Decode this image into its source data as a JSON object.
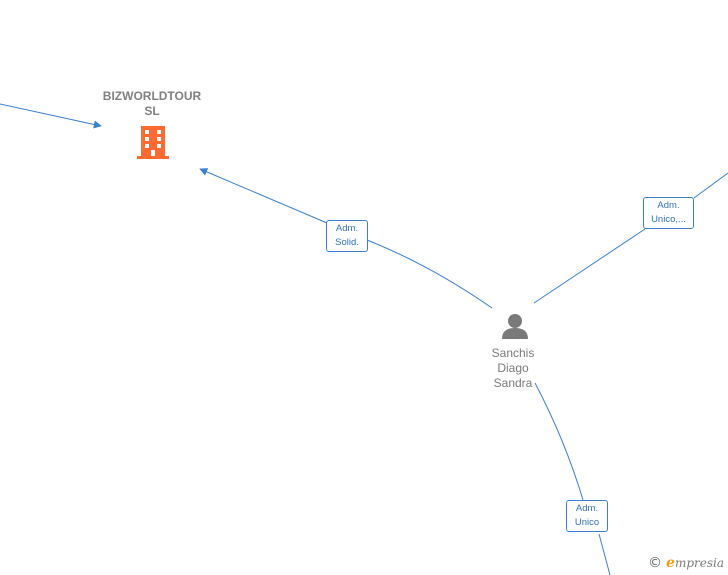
{
  "nodes": {
    "company": {
      "name_line1": "BIZWORLDTOUR",
      "name_line2": "SL",
      "icon": "building-icon",
      "color": "#ff6a33"
    },
    "person": {
      "name_line1": "Sanchis",
      "name_line2": "Diago",
      "name_line3": "Sandra",
      "icon": "person-icon",
      "color": "#7a7a7a"
    }
  },
  "relations": {
    "solid": {
      "line1": "Adm.",
      "line2": "Solid."
    },
    "unico_etc": {
      "line1": "Adm.",
      "line2": "Unico,..."
    },
    "unico": {
      "line1": "Adm.",
      "line2": "Unico"
    }
  },
  "edge_color": "#3a7fd0",
  "watermark": {
    "copyright": "©",
    "brand_initial": "e",
    "brand_rest": "mpresia"
  }
}
